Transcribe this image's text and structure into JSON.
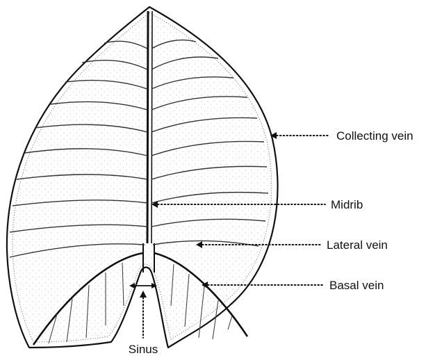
{
  "diagram": {
    "labels": {
      "collecting_vein": "Collecting vein",
      "midrib": "Midrib",
      "lateral_vein": "Lateral vein",
      "basal_vein": "Basal vein",
      "sinus": "Sinus"
    },
    "colors": {
      "ink": "#111111",
      "paper": "#ffffff"
    }
  }
}
